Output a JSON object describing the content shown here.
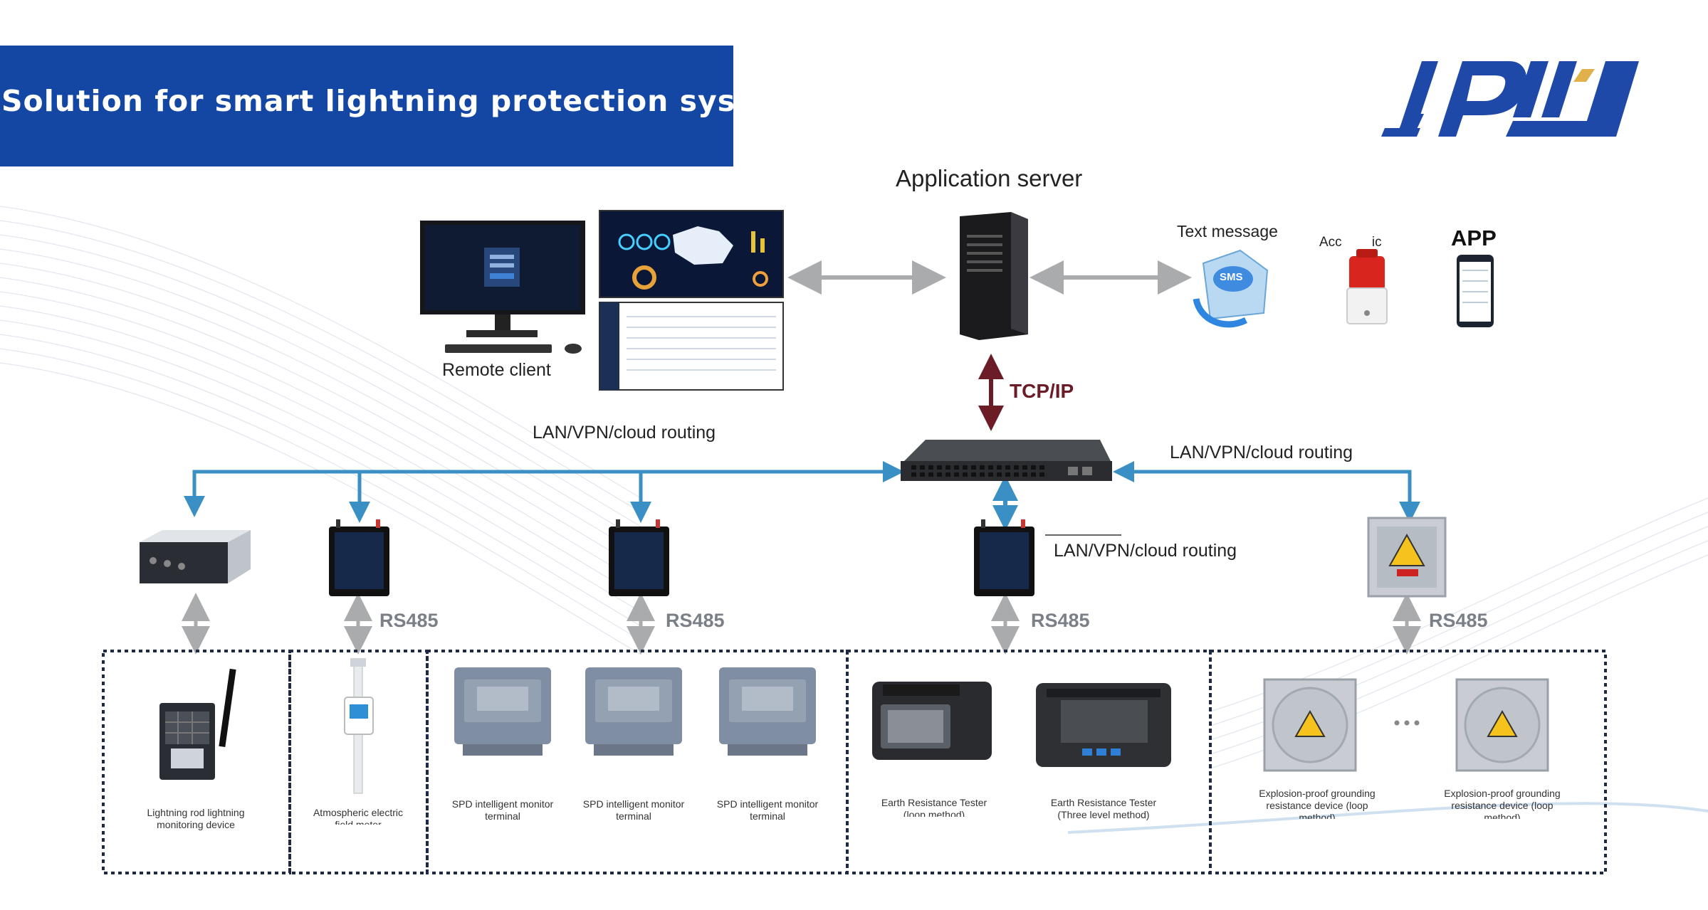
{
  "header": {
    "title": "Solution for smart lightning protection system"
  },
  "logo": {
    "brand": "JPD"
  },
  "top": {
    "application_server": "Application server",
    "remote_client": "Remote client",
    "text_message": "Text message",
    "acousto_optic_partial": "Acc        ic",
    "app": "APP",
    "sms_badge": "SMS",
    "tcp_ip": "TCP/IP"
  },
  "network": {
    "lan_left": "LAN/VPN/cloud routing",
    "lan_right": "LAN/VPN/cloud routing",
    "lan_mid": "LAN/VPN/cloud routing"
  },
  "buses": {
    "rs1": "RS485",
    "rs2": "RS485",
    "rs3": "RS485",
    "rs4": "RS485"
  },
  "devices": {
    "d1": "Lightning rod lightning monitoring device",
    "d2": "Atmospheric electric field meter",
    "d3": "SPD intelligent monitor terminal",
    "d4": "SPD intelligent monitor terminal",
    "d5": "SPD intelligent monitor terminal",
    "d6": "Earth Resistance Tester (loop method)",
    "d7": "Earth Resistance Tester (Three level method)",
    "d8": "Explosion-proof grounding resistance device (loop method)",
    "d9": "Explosion-proof grounding resistance device (loop method)"
  },
  "colors": {
    "banner": "#1447a3",
    "link_blue": "#3a8fc4",
    "arrow_gray": "#a9abad",
    "tcp_arrow": "#6b1c26"
  }
}
